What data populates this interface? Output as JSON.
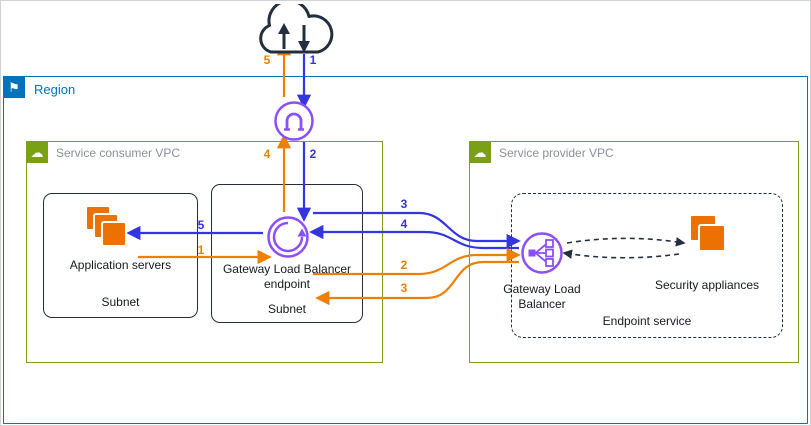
{
  "colors": {
    "region_blue": "#0073BB",
    "vpc_green": "#7AA116",
    "networking_purple": "#8C4FFF",
    "icon_orange": "#ED7100",
    "flow_blue": "#3434E0",
    "flow_orange": "#ED8000",
    "line_dark": "#232F3E",
    "text_dark": "#16191F",
    "text_gray": "#8A9096"
  },
  "region": {
    "label": "Region"
  },
  "consumer_vpc": {
    "label": "Service consumer VPC",
    "subnet_app": {
      "node_label": "Application servers",
      "subnet_label": "Subnet"
    },
    "subnet_gwlbe": {
      "node_label": "Gateway Load Balancer endpoint",
      "subnet_label": "Subnet"
    }
  },
  "provider_vpc": {
    "label": "Service provider VPC",
    "endpoint_service": {
      "label": "Endpoint service",
      "gwlb_label": "Gateway Load Balancer",
      "security_label": "Security appliances"
    }
  },
  "flow_steps": {
    "ingress": [
      "1",
      "2",
      "3",
      "4",
      "5"
    ],
    "egress": [
      "1",
      "2",
      "3",
      "4",
      "5"
    ]
  },
  "icons": {
    "flag_glyph": "⚑",
    "cloud_glyph": "☁"
  }
}
